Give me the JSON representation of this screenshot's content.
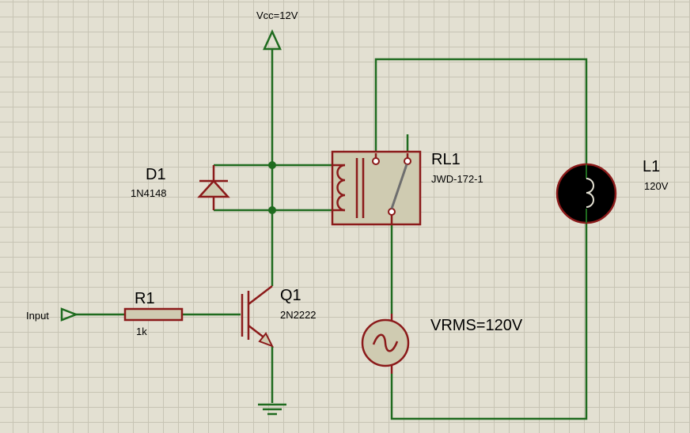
{
  "diagram": {
    "supply": {
      "label": "Vcc=12V"
    },
    "input": {
      "label": "Input"
    },
    "resistor": {
      "ref": "R1",
      "value": "1k"
    },
    "transistor": {
      "ref": "Q1",
      "value": "2N2222"
    },
    "diode": {
      "ref": "D1",
      "value": "1N4148"
    },
    "relay": {
      "ref": "RL1",
      "value": "JWD-172-1"
    },
    "lamp": {
      "ref": "L1",
      "value": "120V"
    },
    "ac_source": {
      "label": "VRMS=120V"
    }
  },
  "colors": {
    "background": "#e3e0d2",
    "grid": "#c7c4b4",
    "wire": "#1f6b1f",
    "component": "#8b1a1a",
    "component_fill": "#cfcbb1",
    "lamp_fill": "#000000"
  },
  "icons": [
    "power-arrow-icon",
    "input-terminal-icon",
    "ground-icon",
    "sine-wave-icon",
    "lamp-filament-icon"
  ]
}
